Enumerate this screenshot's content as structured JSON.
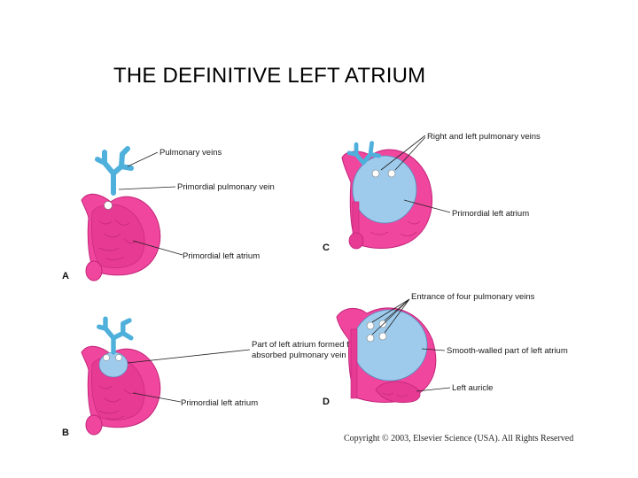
{
  "title": "THE DEFINITIVE LEFT ATRIUM",
  "panels": {
    "A": {
      "letter": "A",
      "labels": [
        "Pulmonary veins",
        "Primordial pulmonary vein",
        "Primordial left atrium"
      ]
    },
    "B": {
      "letter": "B",
      "labels": [
        "Part of left atrium formed from",
        "absorbed pulmonary vein tissue",
        "Primordial left atrium"
      ]
    },
    "C": {
      "letter": "C",
      "labels": [
        "Right and left pulmonary veins",
        "Primordial left atrium"
      ]
    },
    "D": {
      "letter": "D",
      "labels": [
        "Entrance of four pulmonary veins",
        "Smooth-walled part of left atrium",
        "Left auricle"
      ]
    }
  },
  "copyright": "Copyright © 2003, Elsevier Science (USA). All Rights Reserved",
  "colors": {
    "heart_wall": "#f0469e",
    "heart_inner": "#e63a93",
    "heart_line": "#c2257a",
    "atrium_blue": "#9ecbec",
    "vein_blue": "#4fb0dc",
    "white": "#ffffff"
  }
}
